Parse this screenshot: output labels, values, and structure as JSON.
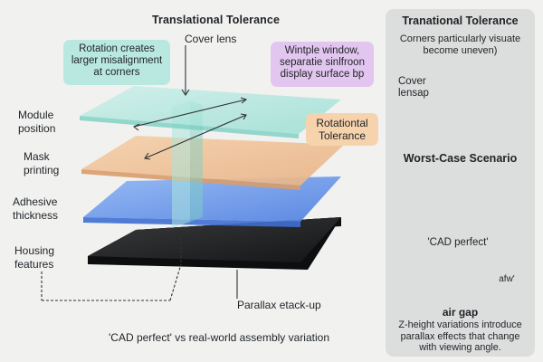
{
  "diagram": {
    "main_title": "Translational Tolerance",
    "cover_lens_label": "Cover lens",
    "bubble_left": "Rotation creates larger misalignment at corners",
    "bubble_right": "Wintple window, separatie sinlfroon display surface bp",
    "rotational_badge": "Rotationtal Tolerance",
    "layer_labels": {
      "module": "Module position",
      "mask": "Mask printing",
      "adhesive": "Adhesive thickness",
      "housing": "Housing features"
    },
    "parallax_label": "Parallax etack-up",
    "caption": "'CAD perfect' vs real-world assembly variation"
  },
  "side_panel": {
    "translational_title": "Tranational Tolerance",
    "translational_text": "Corners particularly visuate become uneven)",
    "cover_label": "Cover lensap",
    "worst_case_title": "Worst-Case Scenario",
    "cad_perfect_label": "'CAD perfect'",
    "measure_label": "afw'",
    "air_gap_label": "air gap",
    "z_height_text": "Z-height variations introduce parallax effects that change with viewing angle."
  },
  "colors": {
    "cover_lens": "#a8e6dc",
    "mask": "#f0c49a",
    "adhesive": "#6f9ef0",
    "housing": "#262728",
    "bubble_teal": "#b9e8e0",
    "bubble_purple": "#e2c6ef",
    "badge_orange": "#f6d3ac",
    "side_panel": "#dcdddd"
  }
}
